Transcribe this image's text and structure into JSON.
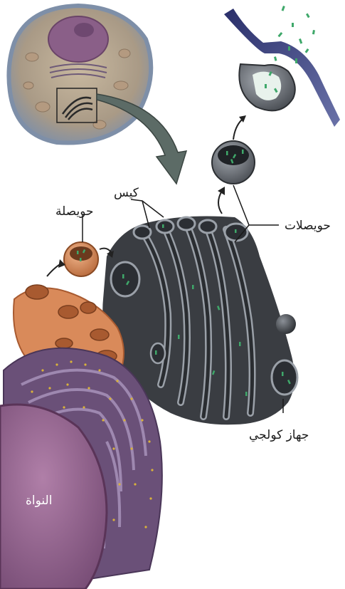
{
  "labels": {
    "sac": "كيس",
    "vesicle": "حويصلة",
    "vesicles": "حويصلات",
    "golgi": "جهاز كولجي",
    "nucleus": "النواة"
  },
  "colors": {
    "golgi_dark": "#3a3d42",
    "golgi_cisterna": "#6b7078",
    "er_orange": "#d98a5a",
    "er_purple": "#6a5078",
    "nucleus_purple": "#9a6a94",
    "cargo_green": "#3fa86a",
    "arrow_gray": "#5c6b66"
  }
}
